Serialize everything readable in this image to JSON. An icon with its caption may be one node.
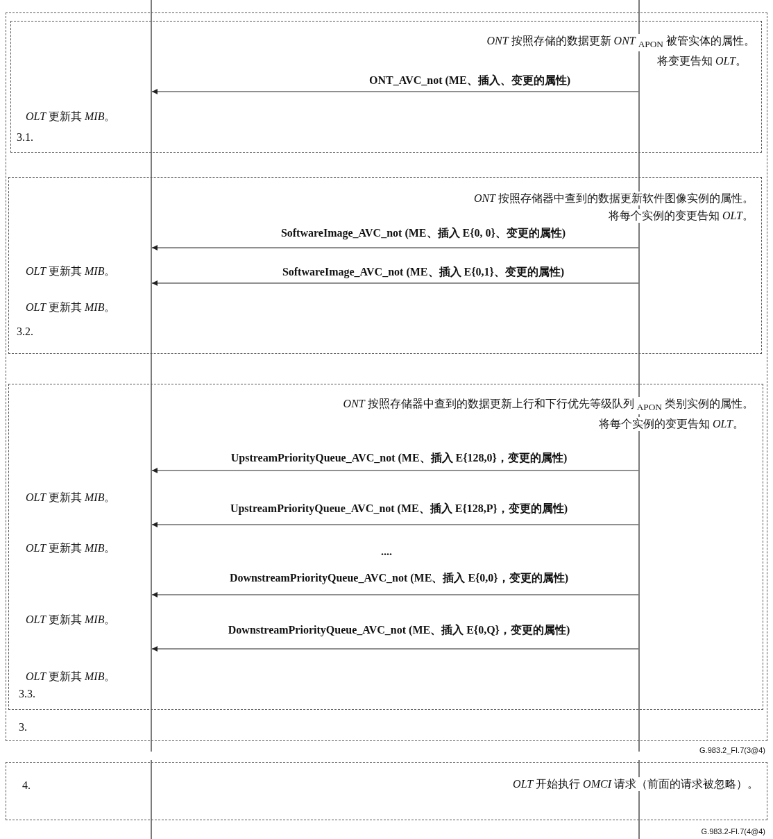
{
  "diagram": {
    "nodes": [
      {
        "text": [],
        "shape": "line"
      },
      {
        "text": [],
        "shape": "line"
      }
    ],
    "edges": [
      {
        "from": 1,
        "to": 0,
        "arrow": "to",
        "label": "ONT_AVC_not (ME、插入、变更的属性)"
      },
      {
        "from": 1,
        "to": 0,
        "arrow": "to",
        "label": "SoftwareImage_AVC_not (ME、插入 E{0, 0}、变更的属性)"
      },
      {
        "from": 1,
        "to": 0,
        "arrow": "to",
        "label": "SoftwareImage_AVC_not (ME、插入 E{0,1}、变更的属性)"
      },
      {
        "from": 1,
        "to": 0,
        "arrow": "to",
        "label": "UpstreamPriorityQueue_AVC_not (ME、插入 E{128,0}，变更的属性)"
      },
      {
        "from": 1,
        "to": 0,
        "arrow": "to",
        "label": "UpstreamPriorityQueue_AVC_not (ME、插入 E{128,P}，变更的属性)"
      },
      {
        "from": 1,
        "to": 0,
        "arrow": "to",
        "label": "DownstreamPriorityQueue_AVC_not (ME、插入 E{0,0}，变更的属性)"
      },
      {
        "from": 1,
        "to": 0,
        "arrow": "to",
        "label": "DownstreamPriorityQueue_AVC_not (ME、插入 E{0,Q}，变更的属性)"
      }
    ],
    "labels": [
      "*ONT* 按照存储的数据更新 *ONT* $_{APON}$ 被管实体的属性。",
      "将变更告知 *OLT*。",
      "*OLT* 更新其 *MIB*。",
      "3.1.",
      "*ONT* 按照存储器中查到的数据更新软件图像实例的属性。",
      "将每个实例的变更告知 *OLT*。",
      "*OLT* 更新其 *MIB*。",
      "*OLT* 更新其 *MIB*。",
      "3.2.",
      "*ONT* 按照存储器中查到的数据更新上行和下行优先等级队列 $_{APON}$ 类别实例的属性。",
      "将每个实例的变更告知 *OLT*。",
      "*OLT* 更新其 *MIB*。",
      "*OLT* 更新其 *MIB*。",
      "....",
      "*OLT* 更新其 *MIB*。",
      "*OLT* 更新其 *MIB*。",
      "3.3.",
      "3.",
      "G.983.2_FI.7(3@4)",
      "4.",
      "*OLT* 开始执行 *OMCI* 请求（前面的请求被忽略）。",
      "G.983.2-FI.7(4@4)"
    ]
  }
}
